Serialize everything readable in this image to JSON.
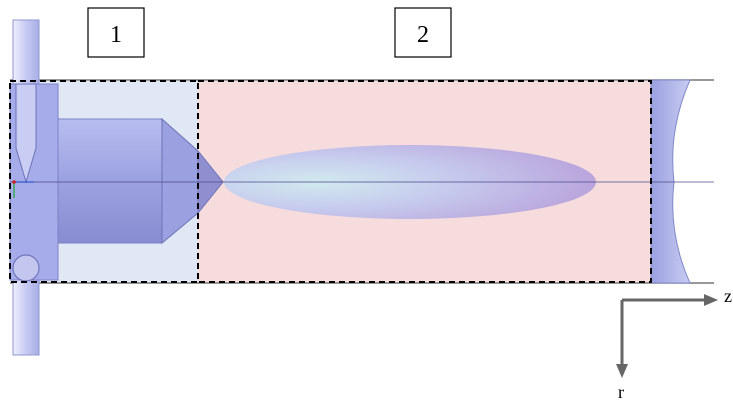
{
  "regions": [
    {
      "label": "1",
      "fill": "#dfe8f4"
    },
    {
      "label": "2",
      "fill": "#f6dcdc"
    }
  ],
  "axes": {
    "z_label": "z",
    "r_label": "r",
    "color": "#666666"
  },
  "colors": {
    "part_fill": "#aab0e6",
    "part_stroke": "#6e74b8",
    "plume_core": "#c8e6ee",
    "plume_edge": "#b9a9de",
    "centerline": "#4a4a8a",
    "frame_line": "#000000"
  }
}
